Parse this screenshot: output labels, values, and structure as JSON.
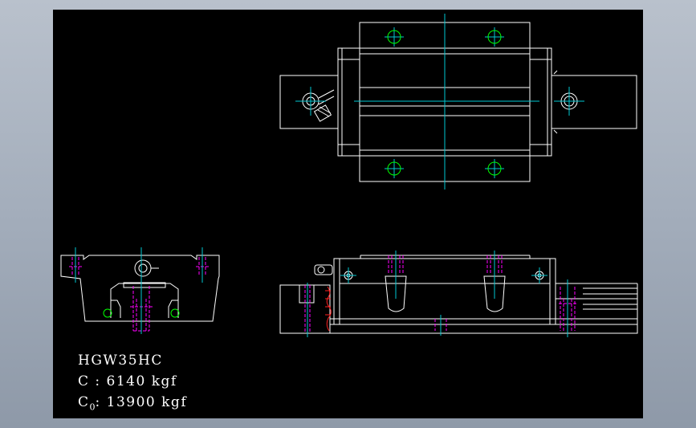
{
  "canvas": {
    "background": "#000000"
  },
  "colors": {
    "outline": "#ffffff",
    "centerline": "#00c8d2",
    "hidden": "#ff00ff",
    "hole": "#00ff00",
    "wiper": "#ff2020"
  },
  "spec": {
    "model": "HGW35HC",
    "c_label": "C : 6140 kgf",
    "c0_base": "C",
    "c0_sub": "0",
    "c0_value": ": 13900 kgf"
  }
}
